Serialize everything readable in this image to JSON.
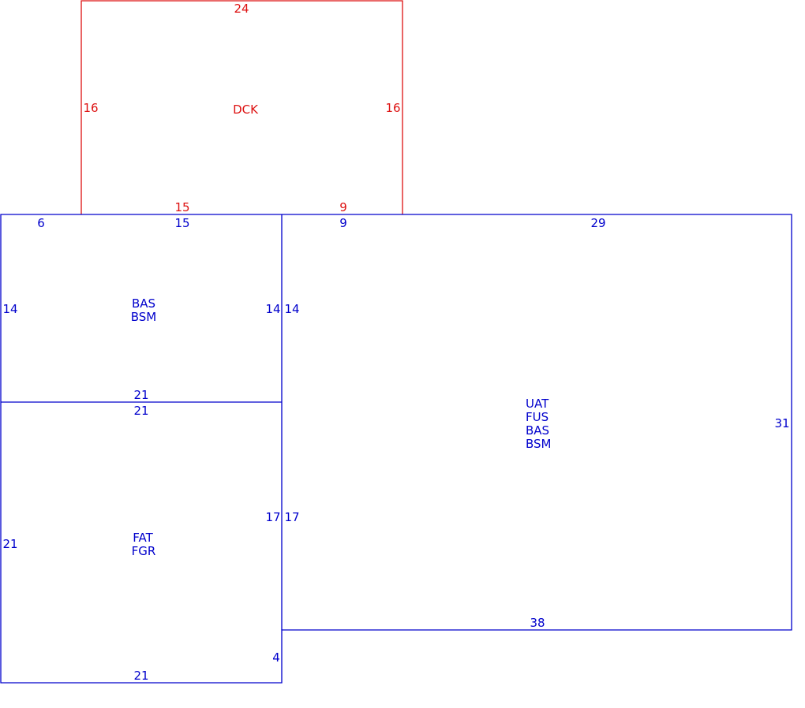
{
  "colors": {
    "deck": "#dd1111",
    "house": "#0000cc",
    "background": "#ffffff"
  },
  "deck": {
    "label": "DCK",
    "dims": {
      "top": "24",
      "left": "16",
      "right": "16",
      "bottom_left": "15",
      "bottom_right": "9"
    }
  },
  "basement": {
    "labels": [
      "BAS",
      "BSM"
    ],
    "dims": {
      "top_left": "6",
      "top": "15",
      "left": "14",
      "right": "14",
      "bottom": "21"
    }
  },
  "garage": {
    "labels": [
      "FAT",
      "FGR"
    ],
    "dims": {
      "top": "21",
      "left": "21",
      "right": "17",
      "right_lower": "4",
      "bottom": "21"
    }
  },
  "main": {
    "labels": [
      "UAT",
      "FUS",
      "BAS",
      "BSM"
    ],
    "dims": {
      "top_left": "9",
      "top": "29",
      "left": "14",
      "left_lower": "17",
      "right": "31",
      "bottom": "38"
    }
  }
}
